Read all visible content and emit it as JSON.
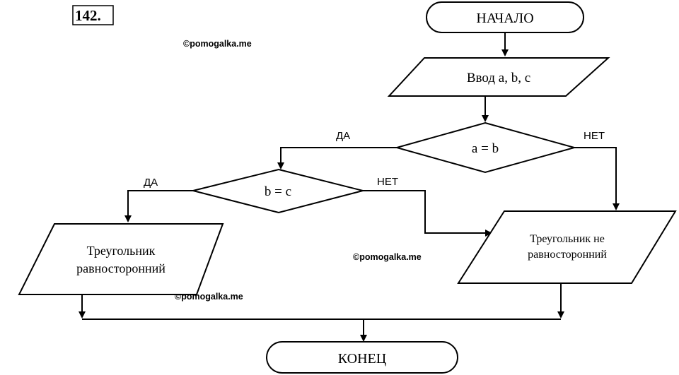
{
  "problem_number": "142.",
  "watermark": "©pomogalka.me",
  "nodes": {
    "start": "НАЧАЛО",
    "input": "Ввод a, b, c",
    "cond1": "a = b",
    "cond2": "b = c",
    "out_yes_line1": "Треугольник",
    "out_yes_line2": "равносторонний",
    "out_no_line1": "Треугольник не",
    "out_no_line2": "равносторонний",
    "end": "КОНЕЦ"
  },
  "branches": {
    "cond1_yes": "ДА",
    "cond1_no": "НЕТ",
    "cond2_yes": "ДА",
    "cond2_no": "НЕТ"
  }
}
